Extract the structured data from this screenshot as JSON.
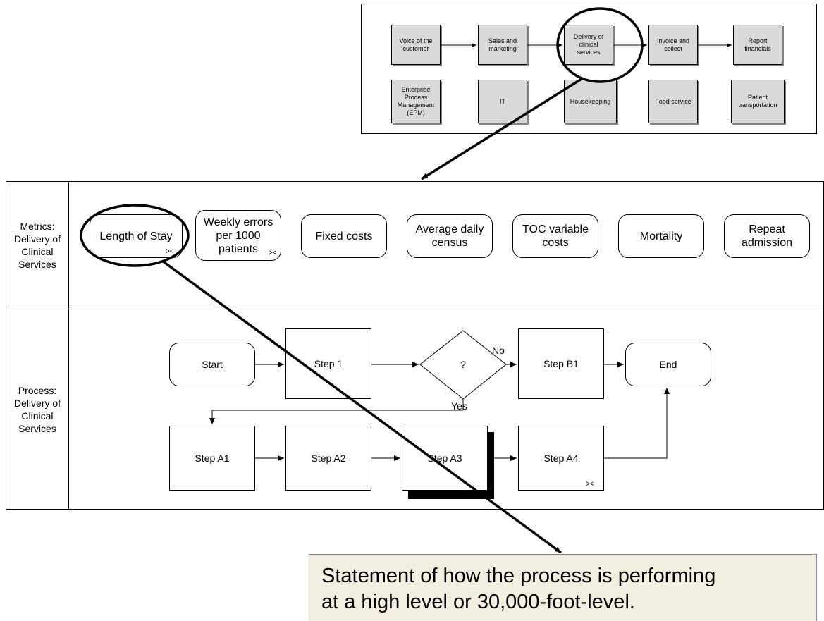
{
  "overview": {
    "top_row": [
      "Voice of the\ncustomer",
      "Sales and\nmarketing",
      "Delivery of\nclinical\nservices",
      "Invoice and\ncollect",
      "Report\nfinancials"
    ],
    "bottom_row": [
      "Enterprise\nProcess\nManagement\n(EPM)",
      "IT",
      "Housekeeping",
      "Food service",
      "Patient\ntransportation"
    ]
  },
  "metrics_lane": {
    "label": "Metrics:\nDelivery of\nClinical\nServices",
    "items": [
      "Length of Stay",
      "Weekly errors\nper 1000\npatients",
      "Fixed costs",
      "Average daily\ncensus",
      "TOC variable\ncosts",
      "Mortality",
      "Repeat\nadmission"
    ]
  },
  "process_lane": {
    "label": "Process:\nDelivery of\nClinical\nServices",
    "start": "Start",
    "step1": "Step 1",
    "decision": "?",
    "no_label": "No",
    "yes_label": "Yes",
    "stepB1": "Step B1",
    "end": "End",
    "stepA1": "Step A1",
    "stepA2": "Step A2",
    "stepA3": "Step A3",
    "stepA4": "Step A4"
  },
  "metric_glyph": "⪥",
  "callout": "Statement of how the process is performing\nat a high level or 30,000-foot-level."
}
